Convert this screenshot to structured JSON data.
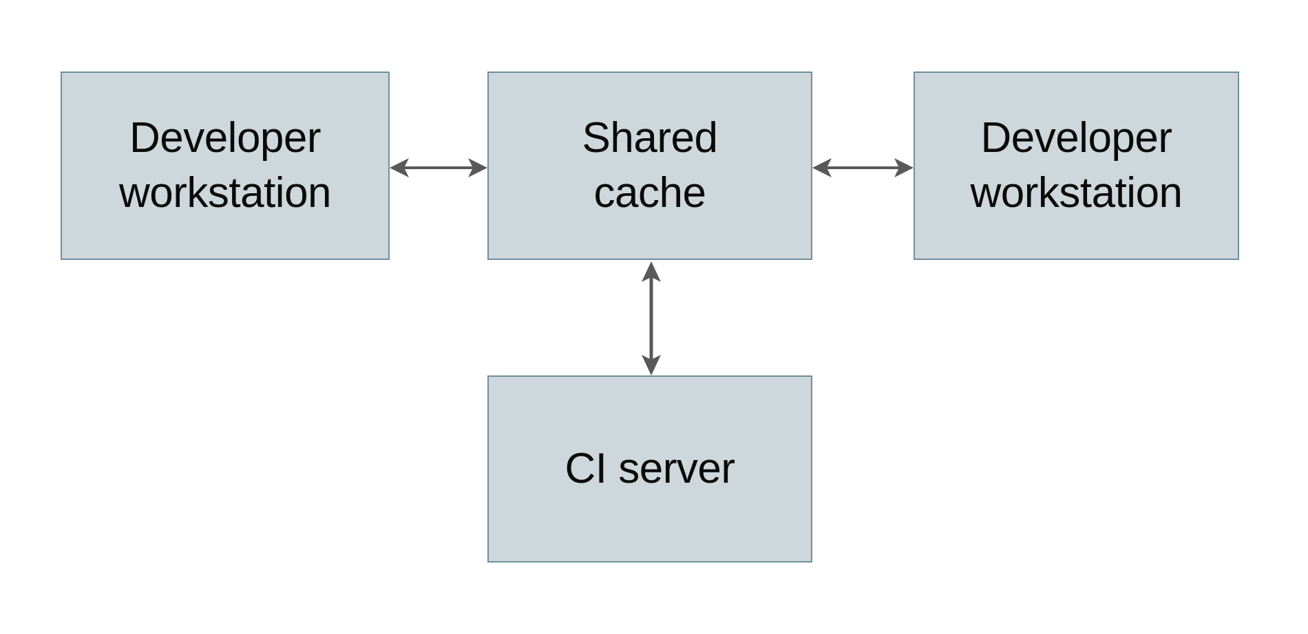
{
  "diagram": {
    "type": "block-diagram",
    "background_color": "#ffffff",
    "node_fill_color": "#ced7db",
    "node_border_color": "#6d8f9f",
    "connector_color": "#595959",
    "text_color": "#0a0a0a",
    "nodes": [
      {
        "id": "developer-workstation-left",
        "label": "Developer\nworkstation",
        "line1": "Developer",
        "line2": "workstation"
      },
      {
        "id": "shared-cache",
        "label": "Shared\ncache",
        "line1": "Shared",
        "line2": "cache"
      },
      {
        "id": "developer-workstation-right",
        "label": "Developer\nworkstation",
        "line1": "Developer",
        "line2": "workstation"
      },
      {
        "id": "ci-server",
        "label": "CI server",
        "line1": "CI server",
        "line2": ""
      }
    ],
    "connectors": [
      {
        "id": "dev-left-to-shared-cache",
        "from": "developer-workstation-left",
        "to": "shared-cache",
        "direction": "bidirectional",
        "orientation": "horizontal",
        "label": ""
      },
      {
        "id": "shared-cache-to-dev-right",
        "from": "shared-cache",
        "to": "developer-workstation-right",
        "direction": "bidirectional",
        "orientation": "horizontal",
        "label": ""
      },
      {
        "id": "shared-cache-to-ci-server",
        "from": "shared-cache",
        "to": "ci-server",
        "direction": "bidirectional",
        "orientation": "vertical",
        "label": ""
      }
    ]
  }
}
